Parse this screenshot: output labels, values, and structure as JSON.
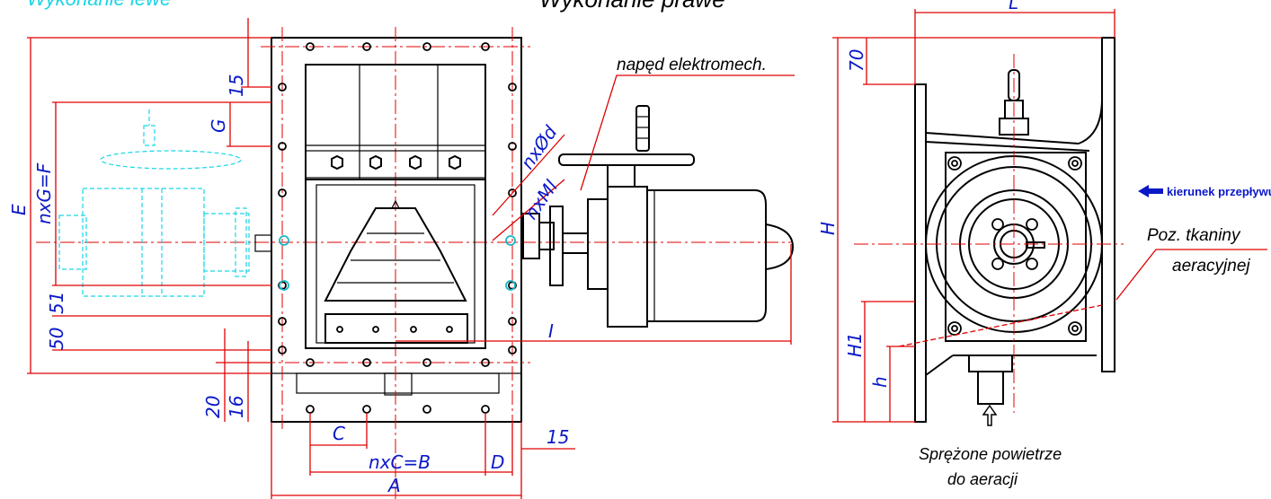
{
  "titles": {
    "left_cut": "Wykonanie lewe",
    "right": "Wykonanie prawe"
  },
  "labels": {
    "drive": "napęd elektromech.",
    "flow": "kierunek przepływu",
    "fabric_line1": "Poz. tkaniny",
    "fabric_line2": "aeracyjnej",
    "air_line1": "Sprężone powietrze",
    "air_line2": "do aeracji"
  },
  "dims": {
    "L": "L",
    "E": "E",
    "nxGF": "nxG=F",
    "G": "G",
    "d15_top": "15",
    "d50": "50",
    "d51": "51",
    "d20": "20",
    "d16": "16",
    "C": "C",
    "nxCB": "nxC=B",
    "D": "D",
    "d15_bot": "15",
    "A": "A",
    "nxd": "nxØd",
    "nxMl": "nxMl",
    "I": "I",
    "H": "H",
    "H1": "H1",
    "h": "h",
    "d70": "70"
  },
  "colors": {
    "dimension": "#e00000",
    "dim_text": "#0a18c8",
    "phantom": "#19d6e6",
    "outline": "#000000",
    "flow_arrow": "#0a18c8"
  }
}
